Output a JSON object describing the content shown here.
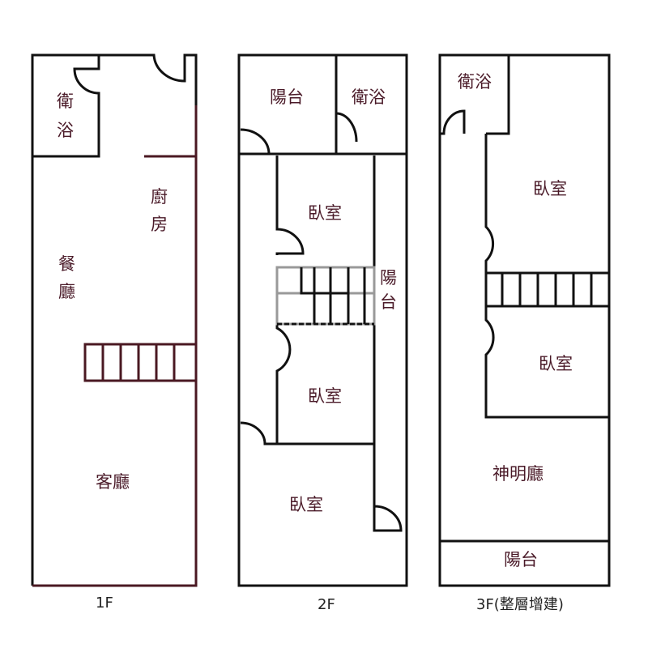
{
  "floors": [
    {
      "label": "1F",
      "rooms": {
        "bath": "衛浴",
        "kitchen": "廚房",
        "dining": "餐廳",
        "living": "客廳"
      }
    },
    {
      "label": "2F",
      "rooms": {
        "balcony_top": "陽台",
        "bath": "衛浴",
        "bedroom1": "臥室",
        "balcony_side": "陽台",
        "bedroom2": "臥室",
        "bedroom3": "臥室"
      }
    },
    {
      "label": "3F(整層增建)",
      "rooms": {
        "bath": "衛浴",
        "bedroom1": "臥室",
        "bedroom2": "臥室",
        "shrine": "神明廳",
        "balcony": "陽台"
      }
    }
  ],
  "colors": {
    "wall": "#111111",
    "wall_accent": "#4a1822",
    "text": "#4a1a28"
  }
}
